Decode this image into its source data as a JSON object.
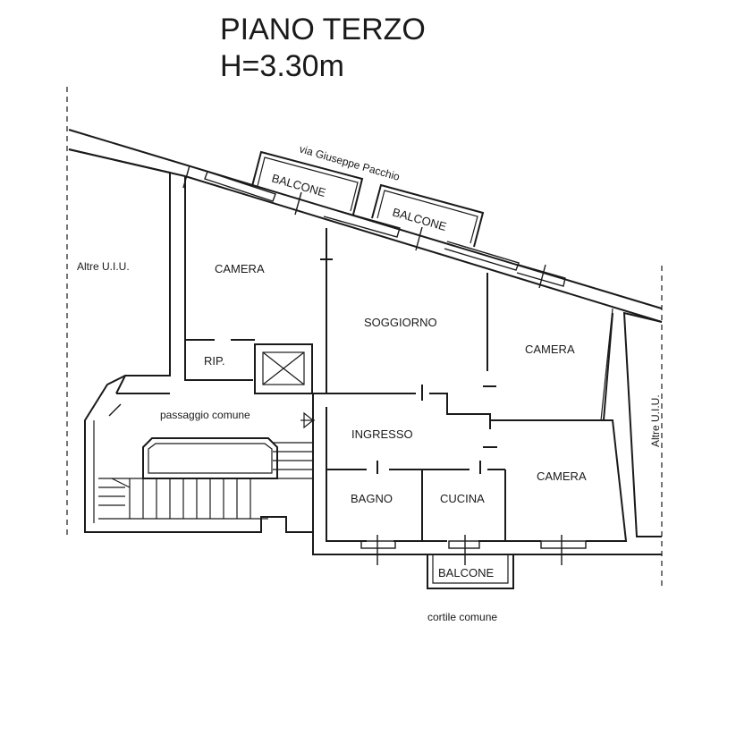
{
  "header": {
    "title": "PIANO TERZO",
    "height": "H=3.30m"
  },
  "street": {
    "name": "via Giuseppe Pacchio"
  },
  "rooms": {
    "camera_nw": "CAMERA",
    "soggiorno": "SOGGIORNO",
    "camera_e": "CAMERA",
    "ripostiglio": "RIP.",
    "ingresso": "INGRESSO",
    "camera_se": "CAMERA",
    "bagno": "BAGNO",
    "cucina": "CUCINA"
  },
  "balconies": {
    "north_left": "BALCONE",
    "north_right": "BALCONE",
    "south": "BALCONE"
  },
  "labels": {
    "left_units": "Altre U.I.U.",
    "right_units": "Altre U.I.U.",
    "passage": "passaggio comune",
    "courtyard": "cortile comune"
  }
}
